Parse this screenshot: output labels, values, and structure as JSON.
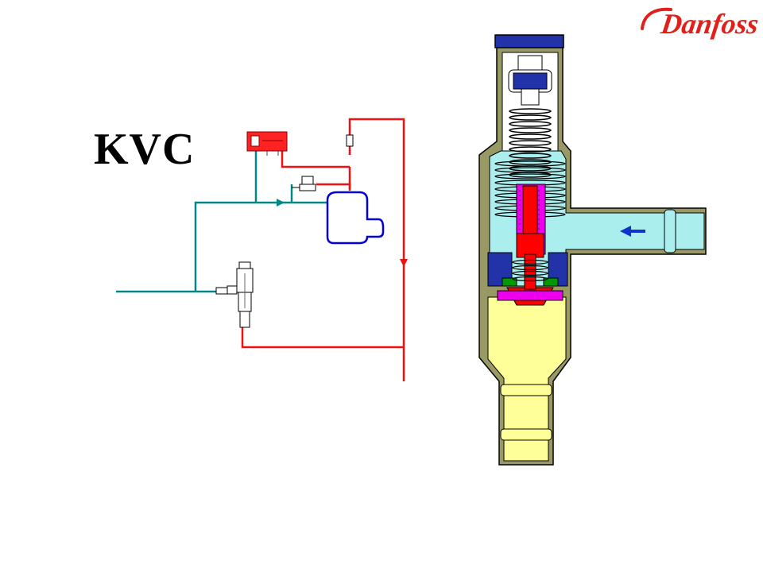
{
  "slide": {
    "title": "KVC",
    "logo_text": "Danfoss"
  },
  "colors": {
    "hot_gas_line": "#ee1111",
    "liquid_line": "#008888",
    "evaporator": "#0000dd",
    "valve_red": "#ff0000",
    "valve_pink": "#ee00ee",
    "inlet_fluid": "#aaeeee",
    "outlet_fluid": "#ffff99",
    "housing": "#999966",
    "cap_blue": "#2233aa",
    "flow_arrow": "#1133cc"
  },
  "icons": {
    "brand": "danfoss-logo",
    "pressure_switch": "pressure-switch-icon",
    "solenoid_valve": "solenoid-valve-icon",
    "expansion_valve": "expansion-valve-icon",
    "evaporator": "evaporator-icon",
    "flow_arrow": "flow-arrow-icon"
  }
}
